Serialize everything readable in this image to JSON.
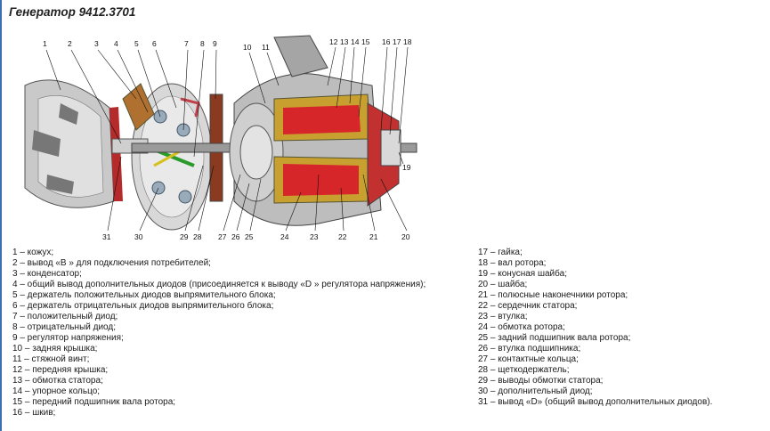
{
  "title": "Генератор 9412.3701",
  "callouts": [
    "1",
    "2",
    "3",
    "4",
    "5",
    "6",
    "7",
    "8",
    "9",
    "10",
    "11",
    "12",
    "13",
    "14",
    "15",
    "16",
    "17",
    "18",
    "19",
    "20",
    "21",
    "22",
    "23",
    "24",
    "25",
    "26",
    "27",
    "28",
    "29",
    "30",
    "31"
  ],
  "legend_left": [
    "1 – кожух;",
    "2 – вывод «В » для подключения потребителей;",
    "3 – конденсатор;",
    "4 – общий вывод дополнительных диодов (присоединяется к выводу «D » регулятора напряжения);",
    "5 – держатель положительных диодов выпрямительного блока;",
    "6 – держатель отрицательных диодов выпрямительного блока;",
    "7 – положительный диод;",
    "8 – отрицательный диод;",
    "9 – регулятор напряжения;",
    "10 – задняя крышка;",
    "11 – стяжной винт;",
    "12 – передняя крышка;",
    "13 – обмотка статора;",
    "14 – упорное кольцо;",
    "15 – передний подшипник вала ротора;",
    "16 – шкив;"
  ],
  "legend_right": [
    "17 – гайка;",
    "18 – вал ротора;",
    "19 – конусная шайба;",
    "20 – шайба;",
    "21 – полюсные наконечники ротора;",
    "22 – сердечник статора;",
    "23 – втулка;",
    "24 – обмотка ротора;",
    "25 – задний подшипник вала ротора;",
    "26 – втулка подшипника;",
    "27 – контактные кольца;",
    "28 – щеткодержатель;",
    "29 – выводы обмотки статора;",
    "30 – дополнительный диод;",
    "31 – вывод «D» (общий вывод дополнительных диодов)."
  ]
}
